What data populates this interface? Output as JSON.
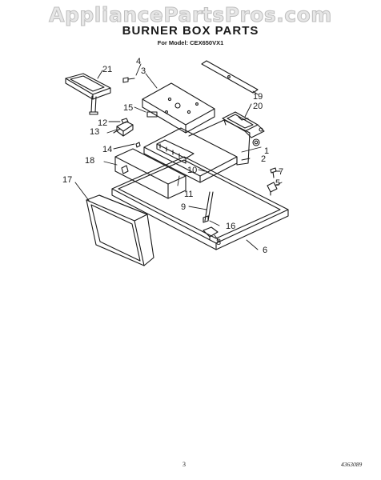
{
  "watermark": "AppliancePartsPros.com",
  "title": "BURNER BOX PARTS",
  "subtitle": "For Model: CEX650VX1",
  "callouts": {
    "c1": "1",
    "c2": "2",
    "c3": "3",
    "c4": "4",
    "c5": "5",
    "c6": "6",
    "c7": "7",
    "c8": "8",
    "c9": "9",
    "c10": "10",
    "c11": "11",
    "c12": "12",
    "c13": "13",
    "c14": "14",
    "c15": "15",
    "c16": "16",
    "c17": "17",
    "c18": "18",
    "c19": "19",
    "c20": "20",
    "c21": "21"
  },
  "page_number": "3",
  "document_number": "4363089"
}
